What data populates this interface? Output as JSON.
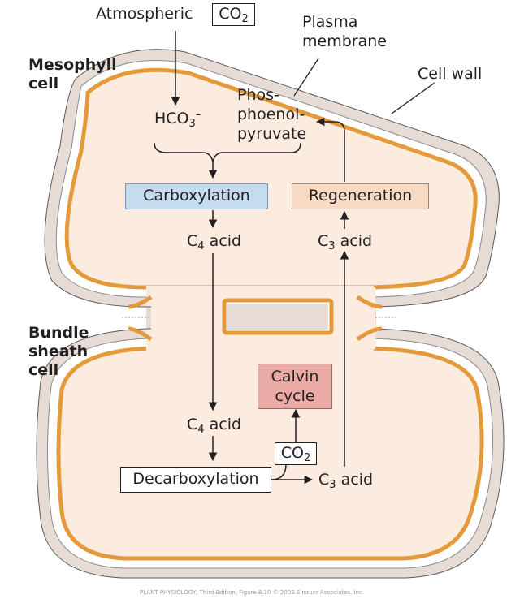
{
  "labels": {
    "atmospheric": "Atmospheric",
    "co2_atm": "CO",
    "plasma_membrane_1": "Plasma",
    "plasma_membrane_2": "membrane",
    "mesophyll_1": "Mesophyll",
    "mesophyll_2": "cell",
    "cell_wall": "Cell wall",
    "bicarbonate": "HCO",
    "pep_1": "Phos-",
    "pep_2": "phoenol-",
    "pep_3": "pyruvate",
    "carboxylation": "Carboxylation",
    "regeneration": "Regeneration",
    "c4_acid_top": "acid",
    "c3_acid_top": "acid",
    "bundle_1": "Bundle",
    "bundle_2": "sheath",
    "bundle_3": "cell",
    "calvin_1": "Calvin",
    "calvin_2": "cycle",
    "c4_acid_bottom": "acid",
    "co2_bundle": "CO",
    "decarboxylation": "Decarboxylation",
    "c3_acid_bottom": "acid",
    "sub_2": "2",
    "sub_3": "3",
    "sub_4": "4",
    "sup_minus": "–",
    "credit": "PLANT PHYSIOLOGY, Third Edition, Figure 8.10  © 2002 Sinauer Associates, Inc."
  },
  "colors": {
    "cytoplasm": "#fcece0",
    "cell_wall": "#e6dcd5",
    "plasma_membrane": "#e49a3a",
    "carboxylation_box": "#c5dcf0",
    "regeneration_box": "#f8d9c2",
    "calvin_box": "#eaaaa5",
    "ink": "#231f20"
  }
}
